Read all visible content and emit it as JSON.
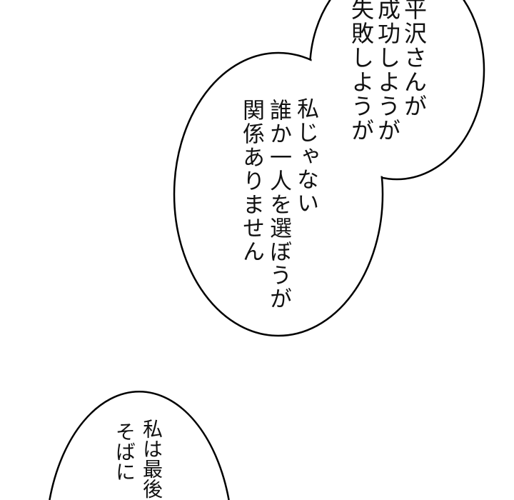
{
  "bubbles": [
    {
      "lines": [
        "平沢さんが",
        "成功しようが",
        "失敗しようが"
      ]
    },
    {
      "lines": [
        "私じゃない",
        "誰か一人を選ぼうが",
        "関係ありません"
      ]
    },
    {
      "lines": [
        "私は最後",
        "そばに"
      ]
    }
  ],
  "colors": {
    "background": "#ffffff",
    "outline": "#000000",
    "text": "#111111"
  }
}
